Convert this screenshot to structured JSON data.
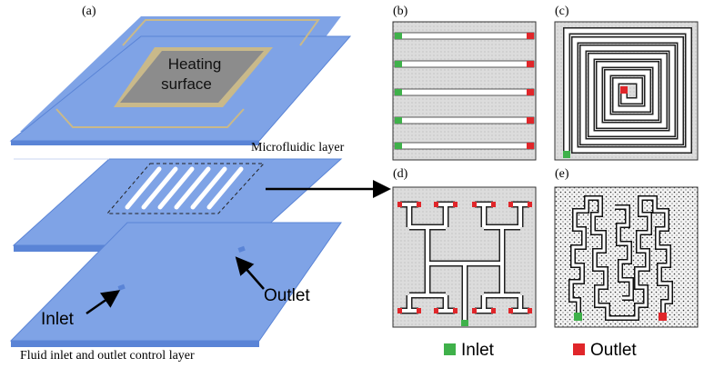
{
  "labels": {
    "panel_a": "(a)",
    "panel_b": "(b)",
    "panel_c": "(c)",
    "panel_d": "(d)",
    "panel_e": "(e)",
    "heating_line1": "Heating",
    "heating_line2": "surface",
    "microfluidic_layer": "Microfluidic layer",
    "control_layer": "Fluid inlet and outlet control layer",
    "inlet_callout": "Inlet",
    "outlet_callout": "Outlet",
    "legend_inlet": "Inlet",
    "legend_outlet": "Outlet"
  },
  "colors": {
    "layer_blue": "#7fa3e6",
    "layer_edge": "#5a84d6",
    "heating_gray": "#8c8c8c",
    "electrode_tan": "#c9b98a",
    "inlet_green": "#3fb14a",
    "outlet_red": "#e0262a",
    "panel_fill": "#e2e2e2"
  }
}
